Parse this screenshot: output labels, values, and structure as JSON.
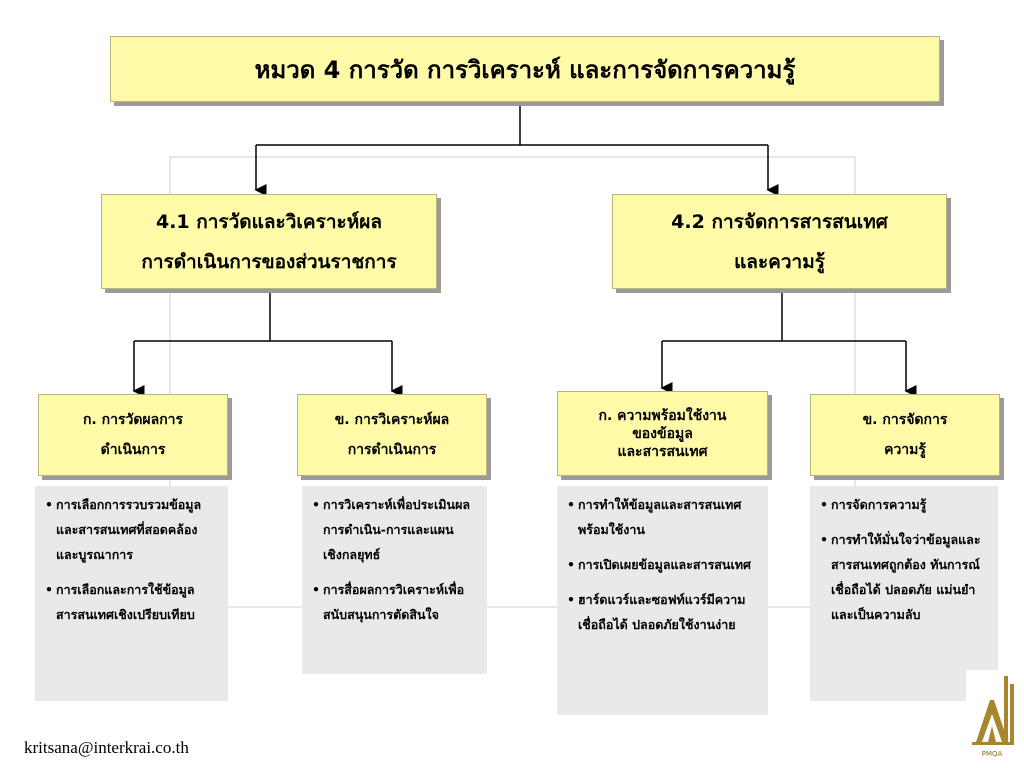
{
  "title": "หมวด 4 การวัด การวิเคราะห์ และการจัดการความรู้",
  "sections": [
    {
      "label_lines": [
        "4.1 การวัดและวิเคราะห์ผล",
        "การดำเนินการของส่วนราชการ"
      ],
      "subs": [
        {
          "label_lines": [
            "ก. การวัดผลการ",
            "ดำเนินการ"
          ],
          "items": [
            "การเลือกการรวบรวมข้อมูลและสารสนเทศที่สอดคล้อง และบูรณาการ",
            "การเลือกและการใช้ข้อมูลสารสนเทศเชิงเปรียบเทียบ"
          ]
        },
        {
          "label_lines": [
            "ข. การวิเคราะห์ผล",
            "การดำเนินการ"
          ],
          "items": [
            "การวิเคราะห์เพื่อประเมินผลการดำเนิน-การและแผนเชิงกลยุทธ์",
            "การสื่อผลการวิเคราะห์เพื่อสนับสนุนการตัดสินใจ"
          ]
        }
      ]
    },
    {
      "label_lines": [
        "4.2 การจัดการสารสนเทศ",
        "และความรู้"
      ],
      "subs": [
        {
          "label_lines": [
            "ก. ความพร้อมใช้งาน",
            "ของข้อมูล",
            "และสารสนเทศ"
          ],
          "items": [
            "การทำให้ข้อมูลและสารสนเทศพร้อมใช้งาน",
            "การเปิดเผยข้อมูลและสารสนเทศ",
            "ฮาร์ดแวร์และซอฟท์แวร์มีความเชื่อถือได้ ปลอดภัยใช้งานง่าย"
          ]
        },
        {
          "label_lines": [
            "ข. การจัดการ",
            "ความรู้"
          ],
          "items": [
            "การจัดการความรู้",
            "การทำให้มั่นใจว่าข้อมูลและสารสนเทศถูกต้อง ทันการณ์ เชื่อถือได้ ปลอดภัย แม่นยำ และเป็นความลับ"
          ]
        }
      ]
    }
  ],
  "footer": {
    "email": "kritsana@interkrai.co.th"
  },
  "logo": {
    "text": "PMQA"
  },
  "colors": {
    "box_fill": "#fffaa8",
    "panel_fill": "#e9e9e9",
    "connector": "#000000"
  }
}
